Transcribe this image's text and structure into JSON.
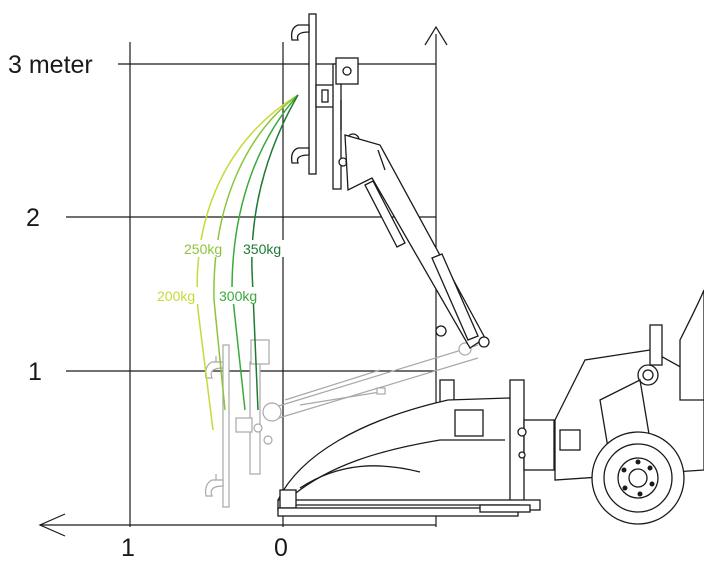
{
  "axes": {
    "y_labels": [
      "1",
      "2",
      "3 meter"
    ],
    "x_labels": [
      "1",
      "0"
    ]
  },
  "load_curves": [
    {
      "label": "200kg",
      "color": "#c8d93a"
    },
    {
      "label": "250kg",
      "color": "#8cc43c"
    },
    {
      "label": "300kg",
      "color": "#3aaa3a"
    },
    {
      "label": "350kg",
      "color": "#1e7a34"
    }
  ],
  "icons": [
    "vacuum-lifter-icon",
    "loader-tractor-icon",
    "arrow-up-icon",
    "arrow-left-icon"
  ]
}
